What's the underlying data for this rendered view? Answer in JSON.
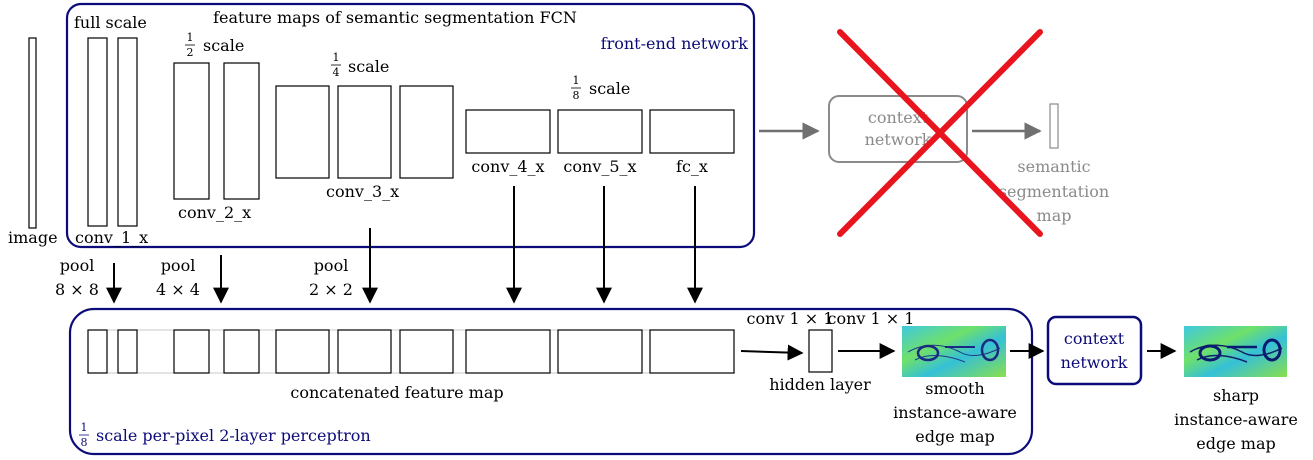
{
  "front_end": {
    "title": "feature maps of semantic segmentation FCN",
    "network_label": "front-end network",
    "input_label": "image",
    "scale_full": "full scale",
    "scale_half_num": "1",
    "scale_half_den": "2",
    "scale_half_word": "scale",
    "scale_quarter_num": "1",
    "scale_quarter_den": "4",
    "scale_quarter_word": "scale",
    "scale_eighth_num": "1",
    "scale_eighth_den": "8",
    "scale_eighth_word": "scale",
    "layers": [
      "conv_1_x",
      "conv_2_x",
      "conv_3_x",
      "conv_4_x",
      "conv_5_x",
      "fc_x"
    ]
  },
  "pooling": [
    {
      "op": "pool",
      "size": "8 × 8"
    },
    {
      "op": "pool",
      "size": "4 × 4"
    },
    {
      "op": "pool",
      "size": "2 × 2"
    }
  ],
  "removed_branch": {
    "context_line1": "context",
    "context_line2": "network",
    "output_line1": "semantic",
    "output_line2": "segmentation",
    "output_line3": "map"
  },
  "perceptron": {
    "concat_label": "concatenated feature map",
    "scale_num": "1",
    "scale_den": "8",
    "scale_text": "scale per-pixel 2-layer perceptron",
    "conv1_label": "conv 1 × 1",
    "conv2_label": "conv 1 × 1",
    "hidden_label": "hidden layer",
    "smooth_line1": "smooth",
    "smooth_line2": "instance-aware",
    "smooth_line3": "edge map"
  },
  "context_network": {
    "line1": "context",
    "line2": "network"
  },
  "sharp_output": {
    "line1": "sharp",
    "line2": "instance-aware",
    "line3": "edge map"
  },
  "colors": {
    "navy": "#0b0b7a",
    "cross": "#e8141e",
    "removed_gray": "#8a8a8a",
    "edge_background": "#39c6d8",
    "edge_lines": "#1f3a8a"
  }
}
